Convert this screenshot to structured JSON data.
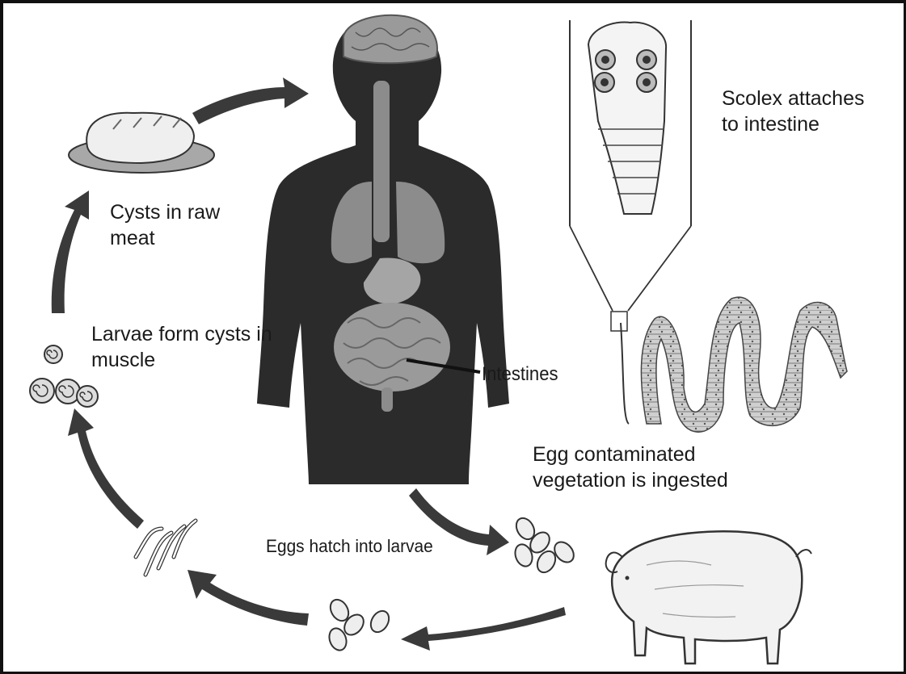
{
  "labels": {
    "scolex": "Scolex attaches\nto intestine",
    "cysts_raw_meat": "Cysts in raw\nmeat",
    "larvae_cysts": "Larvae form cysts in\nmuscle",
    "intestines": "Intestines",
    "egg_vegetation": "Egg contaminated\nvegetation is ingested",
    "eggs_hatch": "Eggs hatch into larvae"
  },
  "colors": {
    "body": "#2b2b2b",
    "organ": "#8c8c8c",
    "arrow": "#3a3a3a",
    "line": "#222222"
  }
}
